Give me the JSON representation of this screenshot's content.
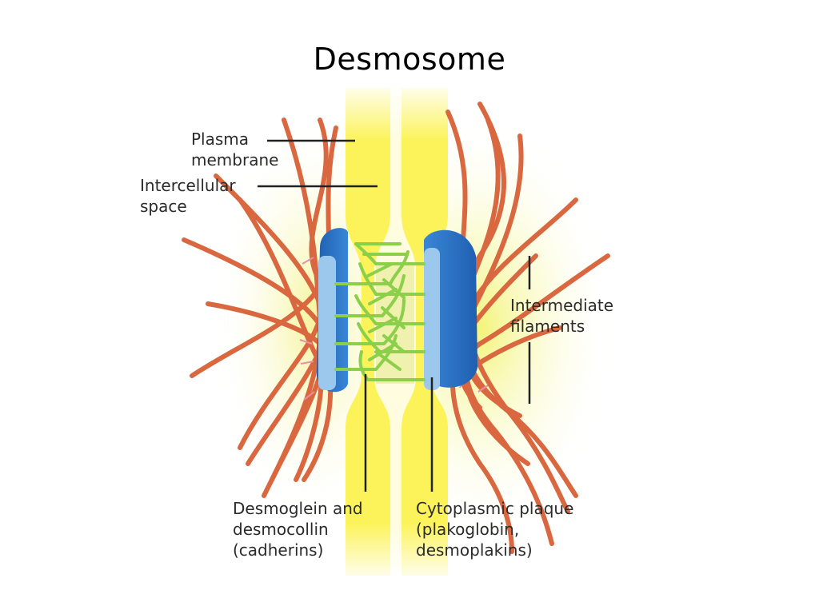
{
  "title": "Desmosome",
  "labels": {
    "plasma_membrane": "Plasma\nmembrane",
    "intercellular_space": "Intercellular\nspace",
    "intermediate_filaments": "Intermediate\nfilaments",
    "cadherins": "Desmoglein and\ndesmocollin\n(cadherins)",
    "plaque": "Cytoplasmic plaque\n(plakoglobin,\ndesmoplakins)"
  },
  "colors": {
    "membrane_yellow": "#fbf35a",
    "filament": "#d9673f",
    "plaque_blue": "#2f74c8",
    "plaque_light": "#9cc8ee",
    "cadherin_green": "#8ccf4a",
    "leader": "#222222"
  }
}
